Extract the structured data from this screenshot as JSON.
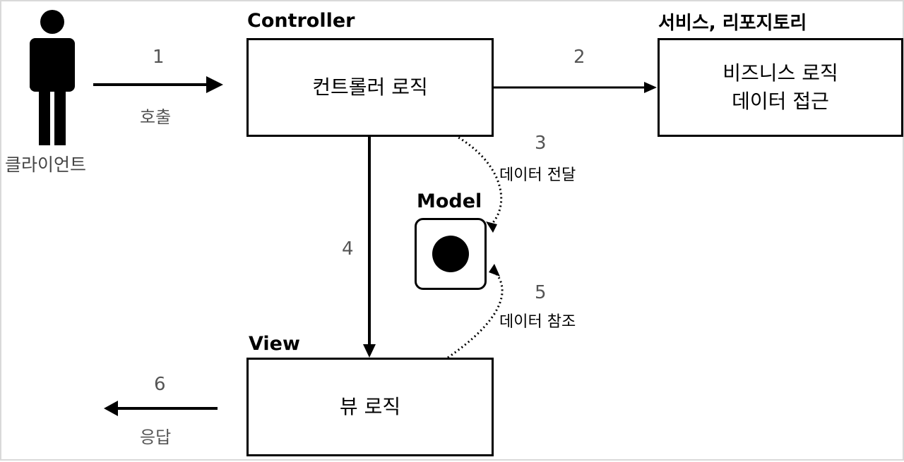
{
  "controller": {
    "title": "Controller",
    "box_label": "컨트롤러 로직"
  },
  "service": {
    "title": "서비스, 리포지토리",
    "box_line1": "비즈니스 로직",
    "box_line2": "데이터 접근"
  },
  "model": {
    "title": "Model"
  },
  "view": {
    "title": "View",
    "box_label": "뷰 로직"
  },
  "client": {
    "label": "클라이언트"
  },
  "steps": [
    {
      "num": "1",
      "label": "호출"
    },
    {
      "num": "2",
      "label": ""
    },
    {
      "num": "3",
      "label": "데이터 전달"
    },
    {
      "num": "4",
      "label": ""
    },
    {
      "num": "5",
      "label": "데이터 참조"
    },
    {
      "num": "6",
      "label": "응답"
    }
  ]
}
